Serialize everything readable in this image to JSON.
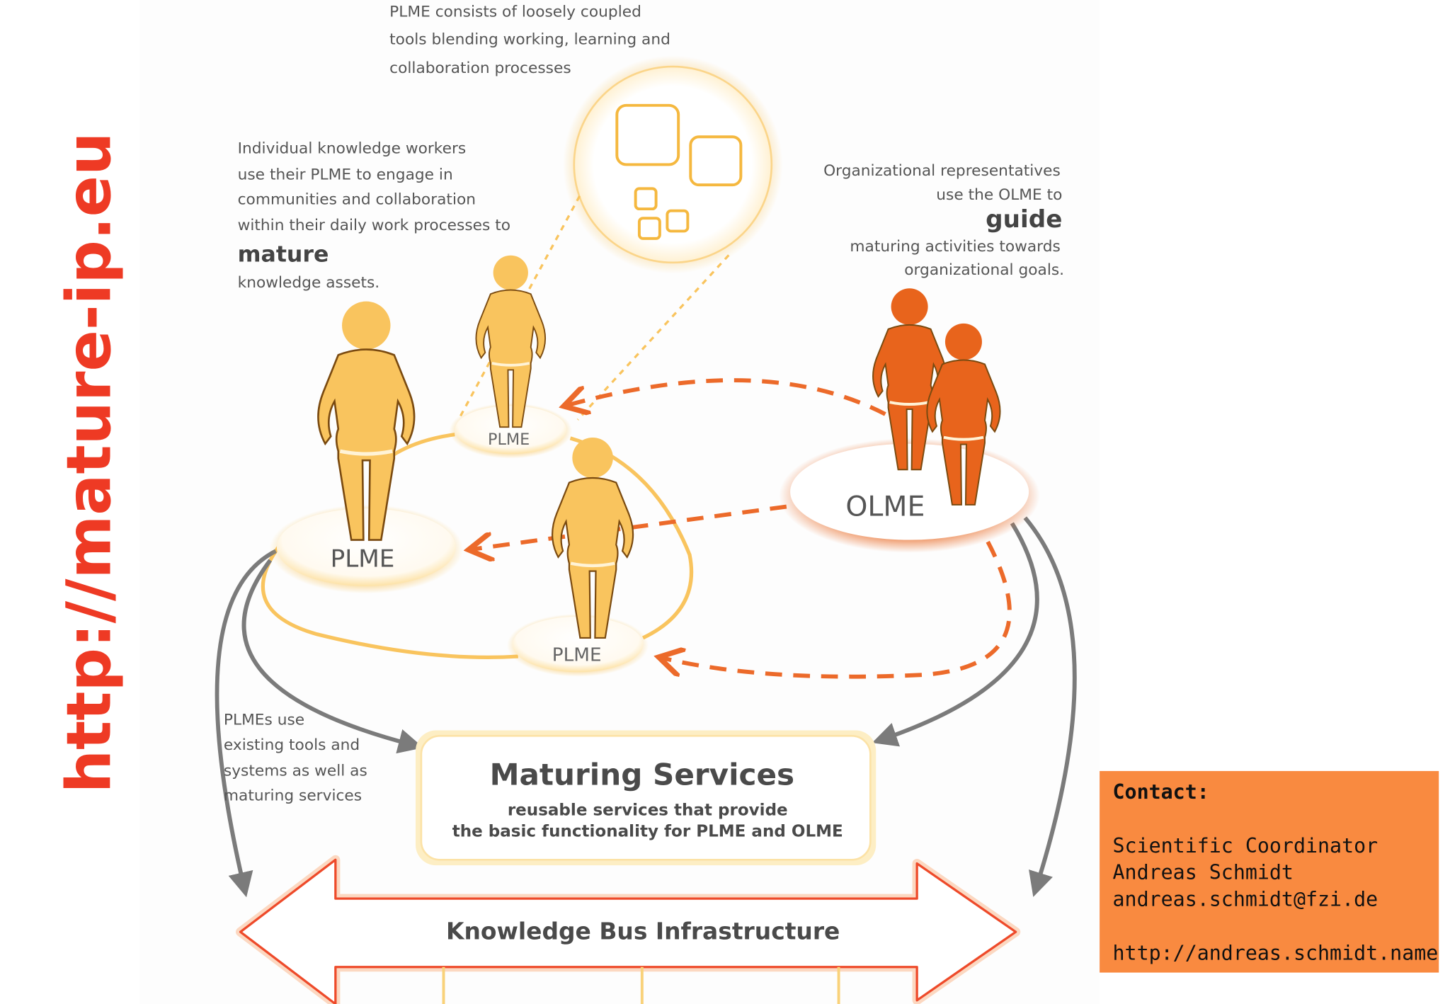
{
  "vertical_url": "http://mature-ip.eu",
  "note_plme": [
    "PLME consists of loosely coupled",
    "tools blending working, learning and",
    "collaboration processes"
  ],
  "note_individual": {
    "lines_top": [
      "Individual knowledge workers",
      "use their PLME to engage in",
      "communities and collaboration",
      "within their daily work processes to"
    ],
    "emphasis": "mature",
    "lines_bottom": [
      "knowledge assets."
    ]
  },
  "note_org": {
    "lines_top": [
      "Organizational representatives",
      "use the OLME to"
    ],
    "emphasis": "guide",
    "lines_bottom": [
      "maturing activities towards",
      "organizational goals."
    ]
  },
  "note_tools": [
    "PLMEs use",
    "existing tools and",
    "systems as well as",
    "maturing services"
  ],
  "labels": {
    "plme_main": "PLME",
    "plme_top": "PLME",
    "plme_bottom": "PLME",
    "olme": "OLME"
  },
  "services": {
    "title": "Maturing Services",
    "subtitle_lines": [
      "reusable services that provide",
      "the basic functionality for PLME and OLME"
    ]
  },
  "bus": {
    "title": "Knowledge Bus Infrastructure"
  },
  "contact": {
    "heading": "Contact:",
    "lines": [
      "Scientific Coordinator",
      "Andreas Schmidt",
      "andreas.schmidt@fzi.de"
    ],
    "url": "http://andreas.schmidt.name"
  },
  "colors": {
    "person_yellow": "#f9c45e",
    "person_orange": "#e8641c",
    "accent_red": "#ee3a24",
    "contact_bg": "#f98a40",
    "arrow_gray": "#7b7b7b"
  }
}
